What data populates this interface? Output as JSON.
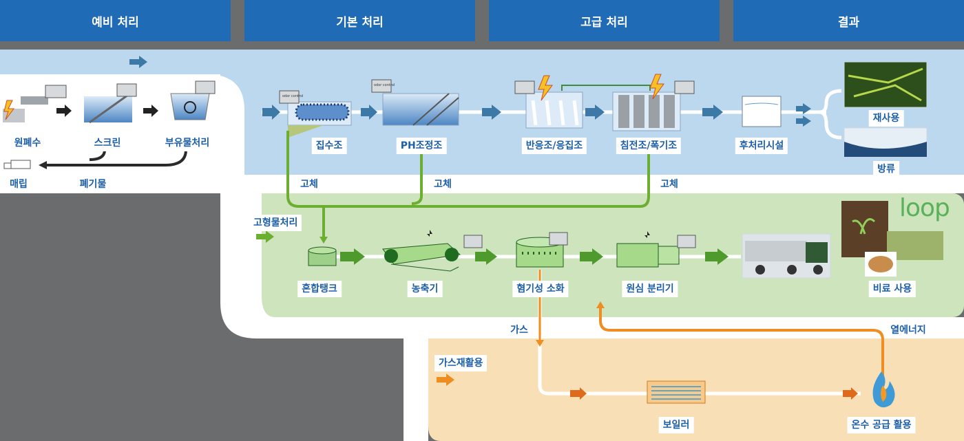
{
  "headers": [
    "예비 처리",
    "기본 처리",
    "고급 처리",
    "결과"
  ],
  "preliminary": {
    "nodes": [
      "원폐수",
      "스크린",
      "부유물처리"
    ],
    "outputs": [
      "매립",
      "폐기물"
    ]
  },
  "primary_advanced": {
    "nodes": [
      "집수조",
      "PH조정조",
      "반응조/응집조",
      "침전조/폭기조",
      "후처리시설"
    ],
    "results": [
      "재사용",
      "방류"
    ],
    "solids_label": "고체",
    "odor_label": "odor control"
  },
  "solids": {
    "section_title": "고형물처리",
    "nodes": [
      "혼합탱크",
      "농축기",
      "혐기성 소화",
      "원심 분리기"
    ],
    "result": "비료 사용",
    "logo": "loop"
  },
  "gas": {
    "section_title": "가스재활용",
    "gas_label": "가스",
    "heat_label": "열에너지",
    "nodes": [
      "보일러",
      "온수 공급 활용"
    ]
  },
  "colors": {
    "header": "#1f6bb6",
    "blue_band": "#bcd8ef",
    "green_band": "#cde4bd",
    "orange_band": "#f8dfb6",
    "blue_arrow": "#3d79a6",
    "green_line": "#6cae2f",
    "orange_line": "#ee8e22",
    "background": "#6b6c6e"
  }
}
